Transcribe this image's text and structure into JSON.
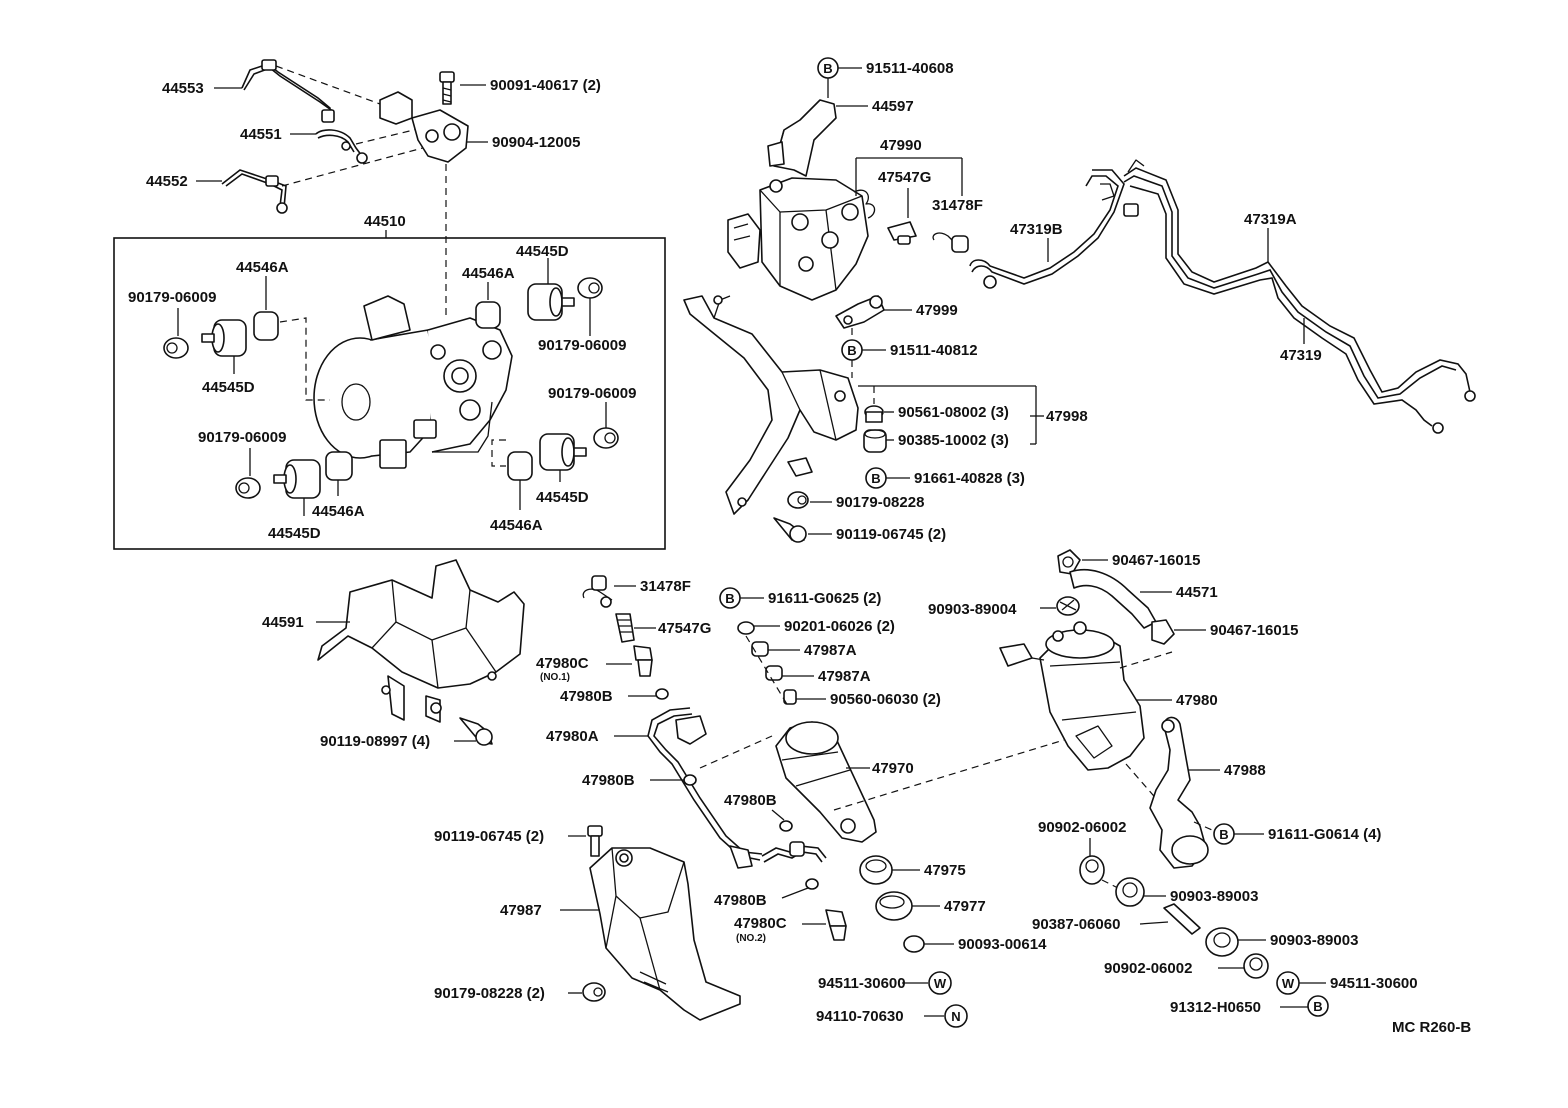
{
  "labels": {
    "p44553": "44553",
    "p44551": "44551",
    "p44552": "44552",
    "p90091": "90091-40617 (2)",
    "p90904": "90904-12005",
    "p44510": "44510",
    "p44546A_1": "44546A",
    "p44546A_2": "44546A",
    "p44546A_3": "44546A",
    "p44546A_4": "44546A",
    "p44545D_1": "44545D",
    "p44545D_2": "44545D",
    "p44545D_3": "44545D",
    "p44545D_4": "44545D",
    "p90179_06009_1": "90179-06009",
    "p90179_06009_2": "90179-06009",
    "p90179_06009_3": "90179-06009",
    "p90179_06009_4": "90179-06009",
    "p91511_40608": "91511-40608",
    "p44597": "44597",
    "p47990": "47990",
    "p47547G_1": "47547G",
    "p31478F_1": "31478F",
    "p47319B": "47319B",
    "p47319A": "47319A",
    "p47319": "47319",
    "p47999": "47999",
    "p91511_40812": "91511-40812",
    "p90561": "90561-08002 (3)",
    "p90385": "90385-10002 (3)",
    "p47998": "47998",
    "p91661": "91661-40828 (3)",
    "p90179_08228": "90179-08228",
    "p90119_06745": "90119-06745 (2)",
    "p44591": "44591",
    "p90119_08997": "90119-08997 (4)",
    "p31478F_2": "31478F",
    "p47547G_2": "47547G",
    "p47980C_1": "47980C",
    "p47980C_1_sub": "(NO.1)",
    "p47980B_1": "47980B",
    "p47980A": "47980A",
    "p47980B_2": "47980B",
    "p47980B_3": "47980B",
    "p47980B_4": "47980B",
    "p47980C_2": "47980C",
    "p47980C_2_sub": "(NO.2)",
    "p91611_G0625": "91611-G0625 (2)",
    "p90201": "90201-06026 (2)",
    "p47987A_1": "47987A",
    "p47987A_2": "47987A",
    "p90560": "90560-06030 (2)",
    "p47970": "47970",
    "p47975": "47975",
    "p47977": "47977",
    "p90093": "90093-00614",
    "p94511_1": "94511-30600",
    "p94110": "94110-70630",
    "p90119_06745b": "90119-06745 (2)",
    "p47987": "47987",
    "p90179_08228b": "90179-08228 (2)",
    "p90467_1": "90467-16015",
    "p44571": "44571",
    "p90903_89004": "90903-89004",
    "p90467_2": "90467-16015",
    "p47980": "47980",
    "p47988": "47988",
    "p91611_G0614": "91611-G0614 (4)",
    "p90902_1": "90902-06002",
    "p90903_89003_1": "90903-89003",
    "p90387": "90387-06060",
    "p90903_89003_2": "90903-89003",
    "p90902_2": "90902-06002",
    "p94511_2": "94511-30600",
    "p91312": "91312-H0650",
    "ref": "MC  R260-B"
  },
  "symbols": {
    "b": "B",
    "w": "W",
    "n": "N"
  }
}
